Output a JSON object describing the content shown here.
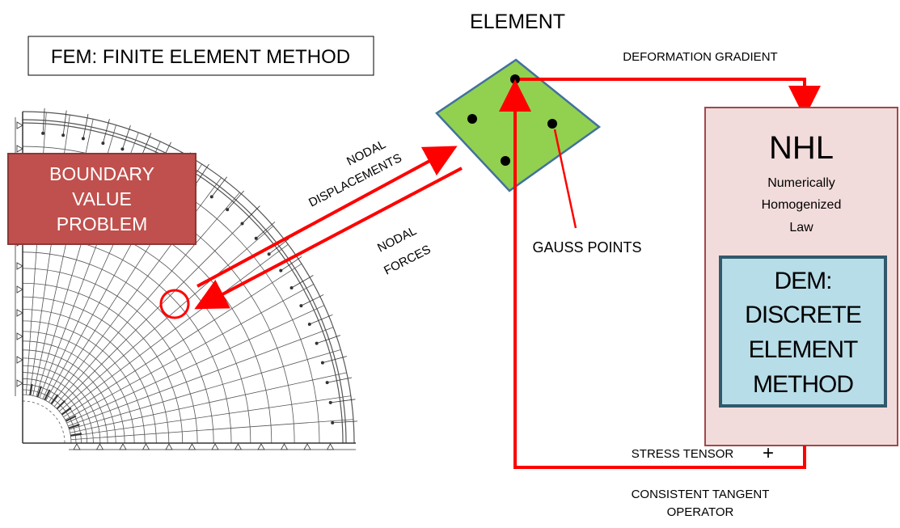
{
  "fem_title": "FEM: FINITE ELEMENT METHOD",
  "element_label": "ELEMENT",
  "bvp": {
    "line1": "BOUNDARY",
    "line2": "VALUE",
    "line3": "PROBLEM"
  },
  "nodal_displacements": {
    "line1": "NODAL",
    "line2": "DISPLACEMENTS"
  },
  "nodal_forces": {
    "line1": "NODAL",
    "line2": "FORCES"
  },
  "deformation_gradient": "DEFORMATION GRADIENT",
  "gauss_points": "GAUSS POINTS",
  "nhl": {
    "title": "NHL",
    "line1": "Numerically",
    "line2": "Homogenized",
    "line3": "Law"
  },
  "dem": {
    "line1": "DEM:",
    "line2": "DISCRETE",
    "line3": "ELEMENT",
    "line4": "METHOD"
  },
  "stress_tensor": "STRESS TENSOR",
  "plus_sign": "+",
  "cto": {
    "line1": "CONSISTENT TANGENT",
    "line2": "OPERATOR"
  },
  "colors": {
    "arrow_red": "#ff0000",
    "element_green": "#92d050",
    "element_border": "#41719c",
    "bvp_fill": "#c0504d",
    "bvp_border": "#8c3836",
    "nhl_fill": "#f2dcdb",
    "nhl_border": "#a0484a",
    "dem_fill": "#b7dde8",
    "dem_border": "#31596b",
    "mesh_line": "#555555"
  }
}
